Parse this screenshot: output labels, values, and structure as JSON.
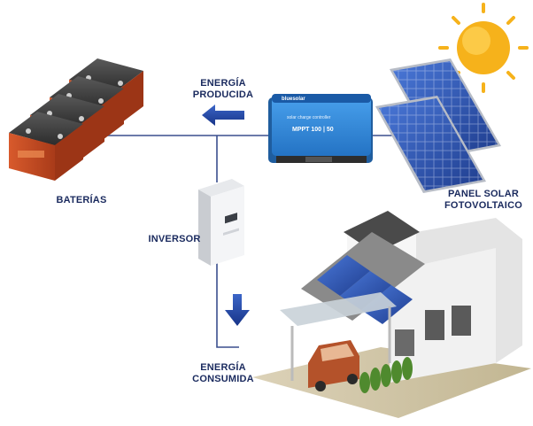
{
  "labels": {
    "energy_produced": [
      "ENERGÍA",
      "PRODUCIDA"
    ],
    "batteries": "BATERÍAS",
    "inverter": "INVERSOR",
    "energy_consumed": [
      "ENERGÍA",
      "CONSUMIDA"
    ],
    "solar_panel": [
      "PANEL SOLAR",
      "FOTOVOLTAICO"
    ]
  },
  "controller": {
    "brand": "bluesolar",
    "caption": "solar charge controller",
    "model": "MPPT 100 | 50"
  },
  "colors": {
    "wire": "#3a4f8e",
    "arrow": "#1f3f9a",
    "label_text": "#1a2a5e",
    "battery": "#d2542a",
    "panel": "#2c4fa8",
    "controller": "#2f86d6",
    "sun": "#f6b21b"
  }
}
